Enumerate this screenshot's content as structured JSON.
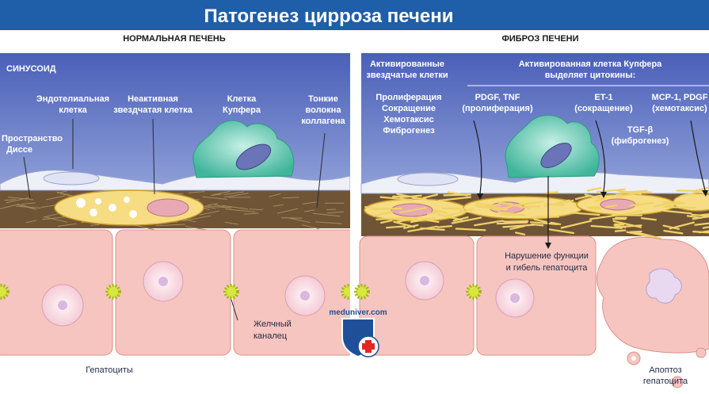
{
  "title": "Патогенез цирроза печени",
  "normal": {
    "heading": "НОРМАЛЬНАЯ ПЕЧЕНЬ",
    "sinusoid": "СИНУСОИД",
    "endothelial": [
      "Эндотелиальная",
      "клетка"
    ],
    "inactive_stellate": [
      "Неактивная",
      "звездчатая клетка"
    ],
    "kupffer": [
      "Клетка",
      "Купфера"
    ],
    "collagen": [
      "Тонкие",
      "волокна",
      "коллагена"
    ],
    "disse": [
      "Пространство",
      "Диссе"
    ],
    "bile": [
      "Желчный",
      "каналец"
    ],
    "hepatocytes": "Гепатоциты"
  },
  "fibrosis": {
    "heading": "ФИБРОЗ ПЕЧЕНИ",
    "activated_stellate": [
      "Активированные",
      "звездчатые клетки"
    ],
    "stellate_effects": [
      "Пролиферация",
      "Сокращение",
      "Хемотаксис",
      "Фиброгенез"
    ],
    "kupffer_header": [
      "Активированная клетка Купфера",
      "выделяет цитокины:"
    ],
    "pdgf": [
      "PDGF, TNF",
      "(пролиферация)"
    ],
    "et1": [
      "ET-1",
      "(сокращение)"
    ],
    "mcp1": [
      "MCP-1, PDGF",
      "(хемотаксис)"
    ],
    "tgf": [
      "TGF-β",
      "(фиброгенез)"
    ],
    "hepatocyte_damage": [
      "Нарушение функции",
      "и гибель гепатоцита"
    ],
    "apoptosis": [
      "Апоптоз",
      "гепатоцита"
    ]
  },
  "watermark": "meduniver.com"
}
